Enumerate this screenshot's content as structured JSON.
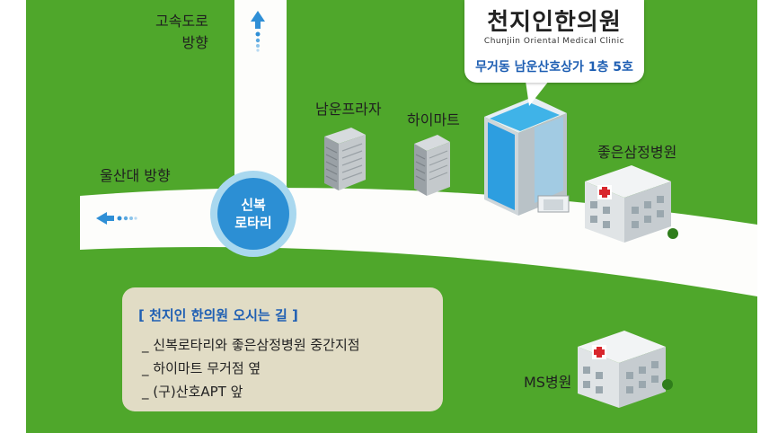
{
  "directions": {
    "expressway": [
      "고속도로",
      "방향"
    ],
    "ulsan_univ": "울산대  방향"
  },
  "rotary": {
    "line1": "신복",
    "line2": "로타리"
  },
  "clinic_callout": {
    "logo_text": "천지인한의원",
    "logo_english": "Chunjiin Oriental Medical Clinic",
    "address": "무거동 남운산호상가 1층 5호"
  },
  "landmarks": {
    "namun_plaza": "남운프라자",
    "hi_mart": "하이마트",
    "joeun_hospital": "좋은삼정병원",
    "ms_hospital": "MS병원"
  },
  "directions_box": {
    "title": "[ 천지인 한의원 오시는 길 ]",
    "items": [
      "_ 신복로타리와 좋은삼정병원 중간지점",
      "_ 하이마트 무거점 옆",
      "_ (구)산호APT 앞"
    ]
  },
  "colors": {
    "grass": "#4fa72b",
    "road": "#fdfdfb",
    "rotary_blue": "#2c8fd4",
    "rotary_ring": "#a9d8ef",
    "accent_blue": "#1f5fb3",
    "cross_red": "#d8262c",
    "info_box": "#e1dcc5"
  }
}
